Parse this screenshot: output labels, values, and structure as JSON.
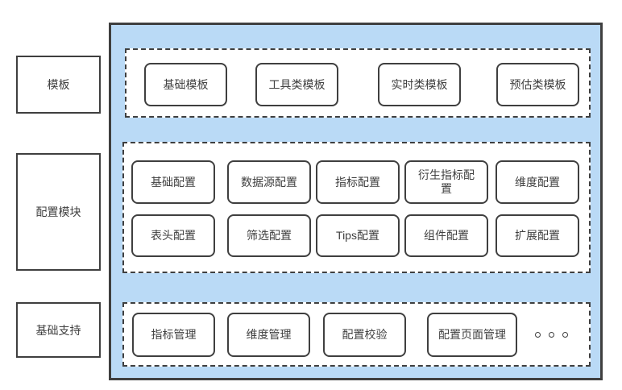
{
  "colors": {
    "container_fill": "#BADAF6",
    "border": "#3F3F3F",
    "box_fill": "#FFFFFF",
    "text": "#3F3F3F"
  },
  "groups": [
    {
      "label": "模板",
      "rows": [
        [
          "基础模板",
          "工具类模板",
          "实时类模板",
          "预估类模板"
        ]
      ]
    },
    {
      "label": "配置模块",
      "rows": [
        [
          "基础配置",
          "数据源配置",
          "指标配置",
          "衍生指标配置",
          "维度配置"
        ],
        [
          "表头配置",
          "筛选配置",
          "Tips配置",
          "组件配置",
          "扩展配置"
        ]
      ]
    },
    {
      "label": "基础支持",
      "rows": [
        [
          "指标管理",
          "维度管理",
          "配置校验",
          "配置页面管理"
        ]
      ],
      "ellipsis": "。。。"
    }
  ]
}
